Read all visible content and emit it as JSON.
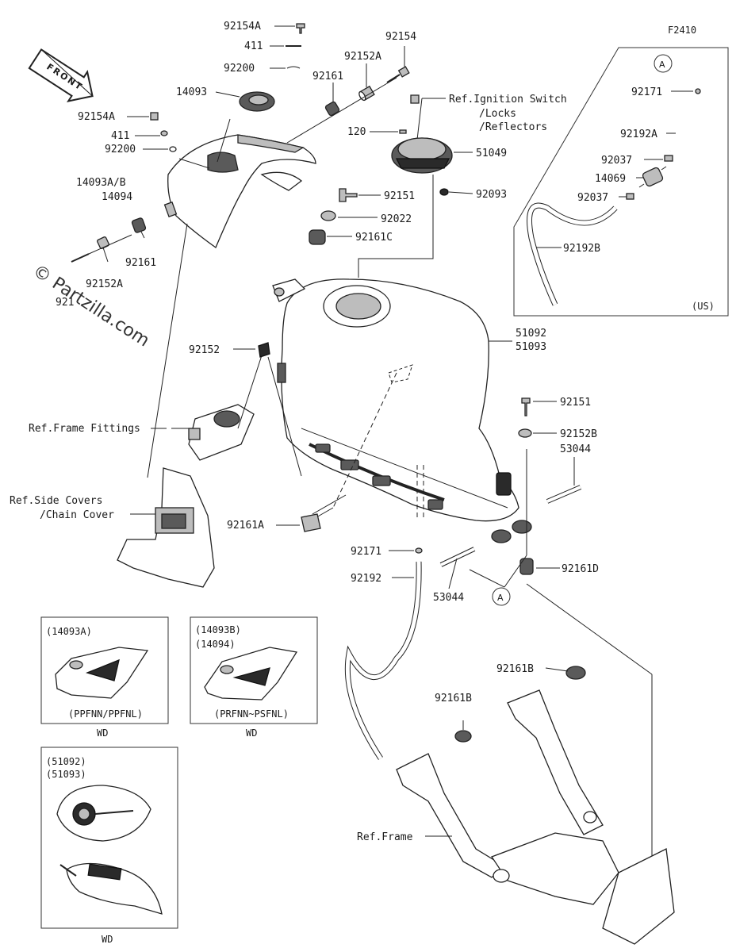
{
  "figure_code": "F2410",
  "watermark": "© Partzilla.com",
  "front_label": "FRONT",
  "callouts": [
    {
      "id": "92154A_top",
      "text": "92154A"
    },
    {
      "id": "411_top",
      "text": "411"
    },
    {
      "id": "92200_top",
      "text": "92200"
    },
    {
      "id": "14093",
      "text": "14093"
    },
    {
      "id": "92154A_left",
      "text": "92154A"
    },
    {
      "id": "411_left",
      "text": "411"
    },
    {
      "id": "92200_left",
      "text": "92200"
    },
    {
      "id": "14093AB",
      "text": "14093A/B"
    },
    {
      "id": "14094",
      "text": "14094"
    },
    {
      "id": "92161_left",
      "text": "92161"
    },
    {
      "id": "92152A_left",
      "text": "92152A"
    },
    {
      "id": "921_cut",
      "text": "921"
    },
    {
      "id": "92161_top",
      "text": "92161"
    },
    {
      "id": "92152A_top",
      "text": "92152A"
    },
    {
      "id": "92154_top",
      "text": "92154"
    },
    {
      "id": "ref_ign",
      "text": "Ref.Ignition Switch"
    },
    {
      "id": "ref_locks",
      "text": "/Locks"
    },
    {
      "id": "ref_refl",
      "text": "/Reflectors"
    },
    {
      "id": "120",
      "text": "120"
    },
    {
      "id": "51049",
      "text": "51049"
    },
    {
      "id": "92093",
      "text": "92093"
    },
    {
      "id": "92151_top",
      "text": "92151"
    },
    {
      "id": "92022",
      "text": "92022"
    },
    {
      "id": "92161C",
      "text": "92161C"
    },
    {
      "id": "51092",
      "text": "51092"
    },
    {
      "id": "51093",
      "text": "51093"
    },
    {
      "id": "92152_mid",
      "text": "92152"
    },
    {
      "id": "ref_frame_fit",
      "text": "Ref.Frame Fittings"
    },
    {
      "id": "ref_side",
      "text": "Ref.Side Covers"
    },
    {
      "id": "ref_chain",
      "text": "/Chain Cover"
    },
    {
      "id": "92161A",
      "text": "92161A"
    },
    {
      "id": "92151_right",
      "text": "92151"
    },
    {
      "id": "92152B",
      "text": "92152B"
    },
    {
      "id": "53044_right",
      "text": "53044"
    },
    {
      "id": "92171_mid",
      "text": "92171"
    },
    {
      "id": "92192",
      "text": "92192"
    },
    {
      "id": "53044_mid",
      "text": "53044"
    },
    {
      "id": "92161D",
      "text": "92161D"
    },
    {
      "id": "92161B_right",
      "text": "92161B"
    },
    {
      "id": "92161B_mid",
      "text": "92161B"
    },
    {
      "id": "ref_frame",
      "text": "Ref.Frame"
    }
  ],
  "us_box": {
    "circle": "A",
    "region": "(US)",
    "callouts": [
      {
        "id": "92171_us",
        "text": "92171"
      },
      {
        "id": "92192A",
        "text": "92192A"
      },
      {
        "id": "92037_a",
        "text": "92037"
      },
      {
        "id": "14069",
        "text": "14069"
      },
      {
        "id": "92037_b",
        "text": "92037"
      },
      {
        "id": "92192B",
        "text": "92192B"
      }
    ]
  },
  "circle_a_bottom": "A",
  "variants": [
    {
      "id": "v1",
      "lines": [
        "(14093A)"
      ],
      "spec": "(PPFNN/PPFNL)",
      "footer": "WD"
    },
    {
      "id": "v2",
      "lines": [
        "(14093B)",
        "(14094)"
      ],
      "spec": "(PRFNN~PSFNL)",
      "footer": "WD"
    },
    {
      "id": "v3",
      "lines": [
        "(51092)",
        "(51093)"
      ],
      "spec": "",
      "footer": "WD"
    }
  ]
}
